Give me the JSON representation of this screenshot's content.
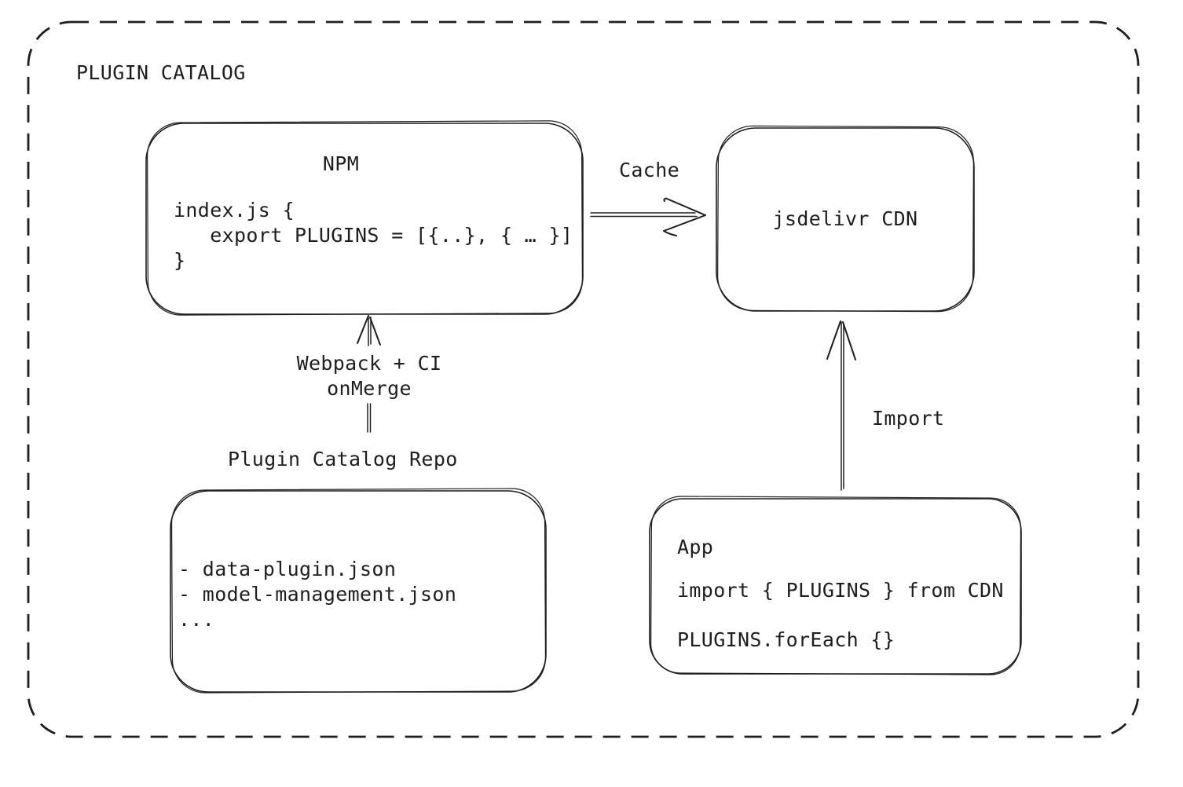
{
  "frame": {
    "title": "PLUGIN CATALOG"
  },
  "nodes": {
    "npm": {
      "title": "NPM",
      "code": [
        "index.js {",
        "   export PLUGINS = [{..}, { … }]",
        "}"
      ]
    },
    "cdn": {
      "label": "jsdelivr CDN"
    },
    "repo": {
      "label": "Plugin Catalog Repo",
      "items": [
        "- data-plugin.json",
        "- model-management.json",
        "..."
      ]
    },
    "app": {
      "title": "App",
      "code": [
        "import { PLUGINS } from CDN",
        "PLUGINS.forEach {}"
      ]
    }
  },
  "edges": {
    "cache": {
      "label": "Cache"
    },
    "build": {
      "label_line1": "Webpack + CI",
      "label_line2": "onMerge"
    },
    "import": {
      "label": "Import"
    }
  },
  "colors": {
    "stroke": "#1e1e1e",
    "text": "#1e1e1e",
    "background": "#ffffff"
  }
}
